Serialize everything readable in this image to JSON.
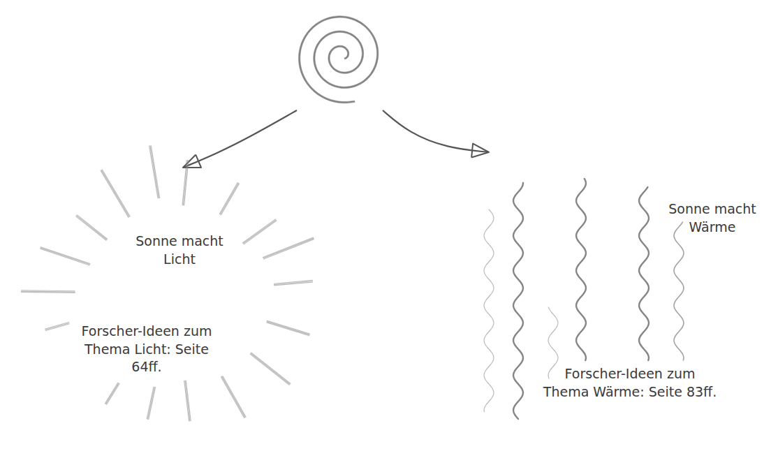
{
  "diagram": {
    "nodes": [
      {
        "text": [
          "Sonne macht Licht",
          "Forscher-Ideen zum Thema Licht: Seite 64ff."
        ]
      },
      {
        "text": [
          "Sonne macht Wärme",
          "Forscher-Ideen zum Thema Wärme: Seite 83ff."
        ]
      }
    ]
  }
}
